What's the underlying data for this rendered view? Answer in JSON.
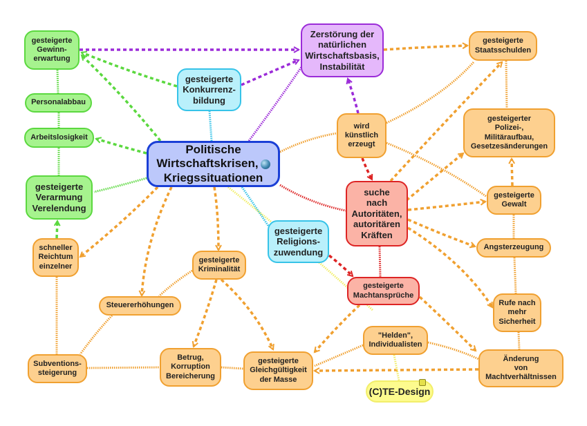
{
  "diagram": {
    "type": "mind-map",
    "central_topic": {
      "line1": "Politische",
      "line2": "Wirtschaftskrisen,",
      "line3": "Kriegssituationen",
      "icon": "globe-icon"
    },
    "nodes": {
      "gewinnerwartung": "gesteigerte\nGewinn-\nerwartung",
      "personalabbau": "Personalabbau",
      "arbeitslosigkeit": "Arbeitslosigkeit",
      "verarmung": "gesteigerte\nVerarmung\nVerelendung",
      "reichtum": "schneller\nReichtum\neinzelner",
      "subventionen": "Subventions-\nsteigerung",
      "konkurrenz": "gesteigerte\nKonkurrenz-\nbildung",
      "zerstoerung": "Zerstörung der\nnatürlichen\nWirtschaftsbasis,\nInstabilität",
      "staatsschulden": "gesteigerte\nStaatsschulden",
      "kuenstlich": "wird\nkünstlich\nerzeugt",
      "polizei": "gesteigerter\nPolizei-,\nMilitäraufbau,\nGesetzesänderungen",
      "autoritaeten": "suche\nnach\nAutoritäten,\nautoritären\nKräften",
      "gewalt": "gesteigerte\nGewalt",
      "angst": "Angsterzeugung",
      "sicherheit": "Rufe nach\nmehr\nSicherheit",
      "aenderung": "Änderung\nvon\nMachtverhältnissen",
      "religion": "gesteigerte\nReligions-\nzuwendung",
      "machtansprueche": "gesteigerte\nMachtansprüche",
      "kriminalitaet": "gesteigerte\nKriminalität",
      "steuer": "Steuererhöhungen",
      "betrug": "Betrug,\nKorruption\nBereicherung",
      "gleichgueltigkeit": "gesteigerte\nGleichgültigkeit\nder Masse",
      "helden": "\"Helden\",\nIndividualisten",
      "copyright": "(C)TE-Design"
    },
    "colors": {
      "orange_fill": "#fdd08f",
      "orange_line": "#f0a030",
      "green_fill": "#a6f38e",
      "green_line": "#5bd83f",
      "cyan_fill": "#b9f0fb",
      "cyan_line": "#36c3e8",
      "purple_fill": "#e5b8fb",
      "purple_line": "#9b2bd8",
      "red_fill": "#fbb3a6",
      "red_line": "#dd2424",
      "central_fill": "#bcc8fb",
      "central_line": "#1a3fd6",
      "yellow_fill": "#fdfb8e",
      "yellow_line": "#f2ee6a"
    }
  }
}
